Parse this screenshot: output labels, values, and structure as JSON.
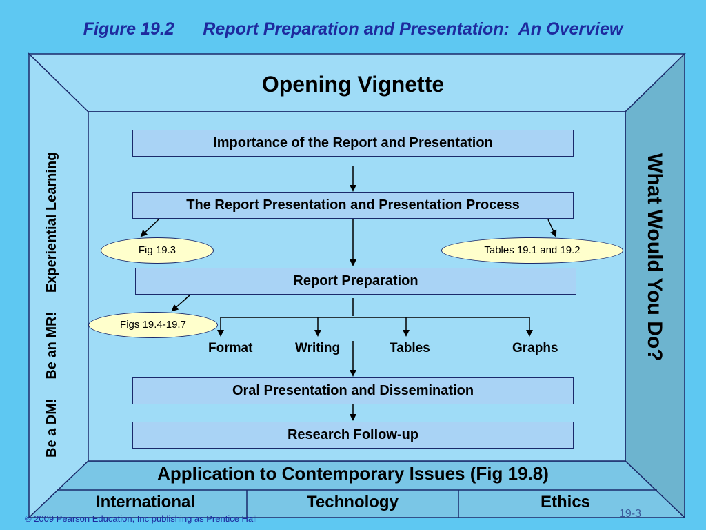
{
  "figure_title": "Figure 19.2      Report Preparation and Presentation:  An Overview",
  "top_panel": "Opening Vignette",
  "left_panel": "Be a DM!     Be an MR!     Experiential Learning",
  "right_panel": "What Would You Do?",
  "bottom_panel": {
    "title": "Application to Contemporary Issues (Fig 19.8)",
    "items": [
      "International",
      "Technology",
      "Ethics"
    ]
  },
  "boxes": {
    "importance": "Importance of the Report and Presentation",
    "process": "The Report Presentation and Presentation Process",
    "preparation": "Report Preparation",
    "oral": "Oral Presentation and Dissemination",
    "followup": "Research Follow-up"
  },
  "ovals": {
    "fig193": "Fig 19.3",
    "tables": "Tables 19.1 and 19.2",
    "figs194": "Figs 19.4-19.7"
  },
  "subitems": [
    "Format",
    "Writing",
    "Tables",
    "Graphs"
  ],
  "footer": {
    "credit": "© 2009 Pearson Education, Inc publishing as Prentice Hall",
    "page": "19-3"
  }
}
